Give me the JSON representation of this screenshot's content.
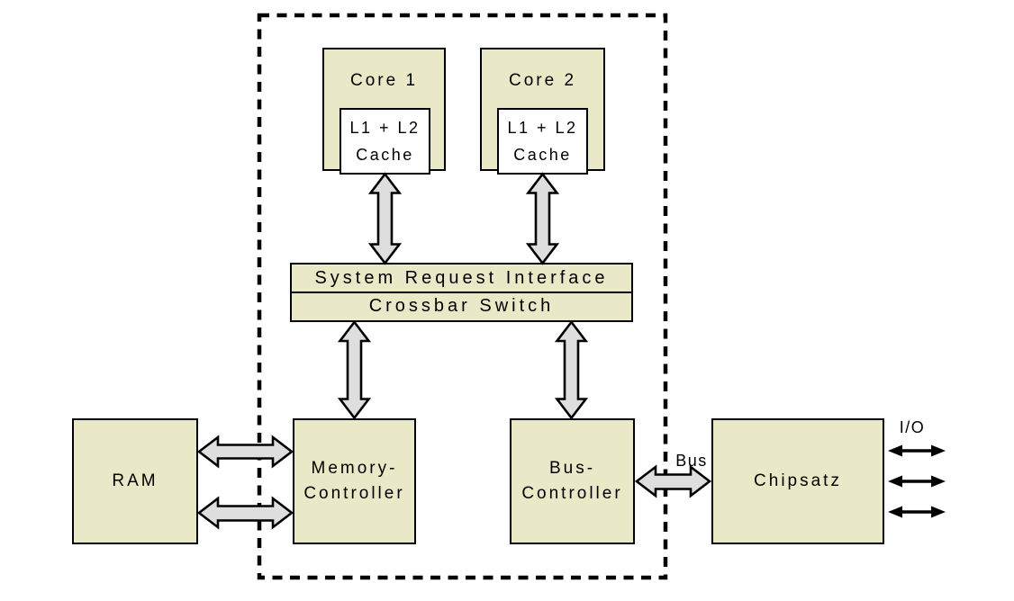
{
  "colors": {
    "box_fill": "#e9e9c8",
    "cache_fill": "#ffffff",
    "arrow_fill": "#dedede",
    "line": "#000000",
    "bg": "#ffffff"
  },
  "diagram": {
    "cores": [
      {
        "label": "Core 1",
        "cache_lines": [
          "L1 + L2",
          "Cache"
        ]
      },
      {
        "label": "Core 2",
        "cache_lines": [
          "L1 + L2",
          "Cache"
        ]
      }
    ],
    "bars": {
      "system_request_interface": "System Request Interface",
      "crossbar_switch": "Crossbar Switch"
    },
    "ram": {
      "label": "RAM"
    },
    "memory_controller": {
      "lines": [
        "Memory-",
        "Controller"
      ]
    },
    "bus_controller": {
      "lines": [
        "Bus-",
        "Controller"
      ]
    },
    "chipset": {
      "label": "Chipsatz"
    },
    "edge_labels": {
      "bus": "Bus",
      "io": "I/O"
    }
  }
}
